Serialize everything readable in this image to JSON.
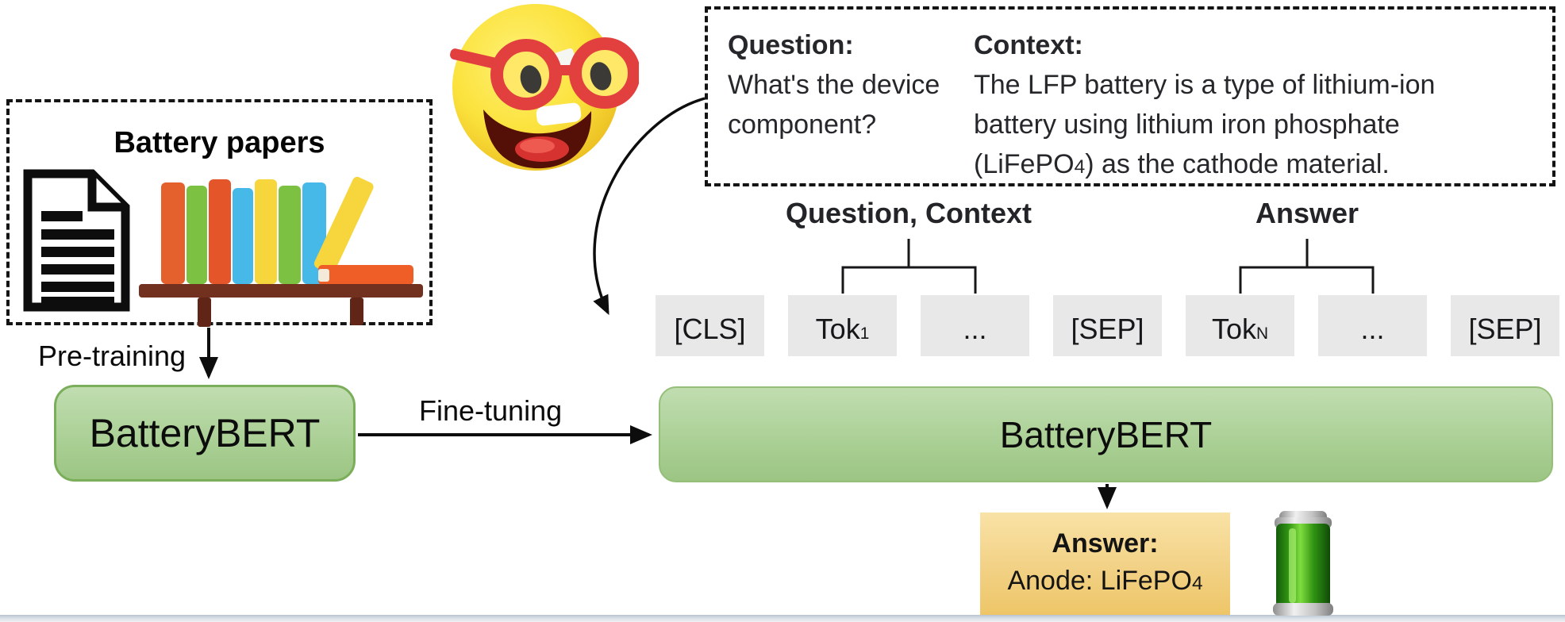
{
  "figure": {
    "battery_papers": {
      "title": "Battery papers"
    },
    "labels": {
      "pretraining": "Pre-training",
      "finetuning": "Fine-tuning",
      "question_context_group": "Question, Context",
      "answer_group": "Answer"
    },
    "models": {
      "left": "BatteryBERT",
      "right": "BatteryBERT"
    },
    "qa": {
      "question_title": "Question:",
      "question_lines": [
        "What's the device",
        "component?"
      ],
      "context_title": "Context:",
      "context_lines": [
        "The LFP battery is a type of lithium-ion",
        "battery using lithium iron phosphate"
      ],
      "context_last_pre": "(LiFePO",
      "context_last_sub": "4",
      "context_last_post": ") as the cathode material."
    },
    "tokens": [
      {
        "text": "[CLS]",
        "sub": ""
      },
      {
        "text": "Tok",
        "sub": "1"
      },
      {
        "text": "...",
        "sub": ""
      },
      {
        "text": "[SEP]",
        "sub": ""
      },
      {
        "text": "Tok",
        "sub": "N"
      },
      {
        "text": "...",
        "sub": ""
      },
      {
        "text": "[SEP]",
        "sub": ""
      }
    ],
    "answer": {
      "title": "Answer:",
      "value_pre": "Anode: LiFePO",
      "value_sub": "4"
    },
    "icons": {
      "document": "document-icon",
      "bookshelf": "bookshelf-icon",
      "nerd_face": "nerd-face-icon",
      "battery": "battery-icon"
    },
    "colors": {
      "model_fill_top": "#c0ddb0",
      "model_fill_bottom": "#9cc584",
      "model_border": "#7bae5a",
      "token_fill": "#e8e8e8",
      "answer_fill_top": "#f9e2a6",
      "answer_fill_bottom": "#eec668",
      "ink": "#141414"
    }
  }
}
